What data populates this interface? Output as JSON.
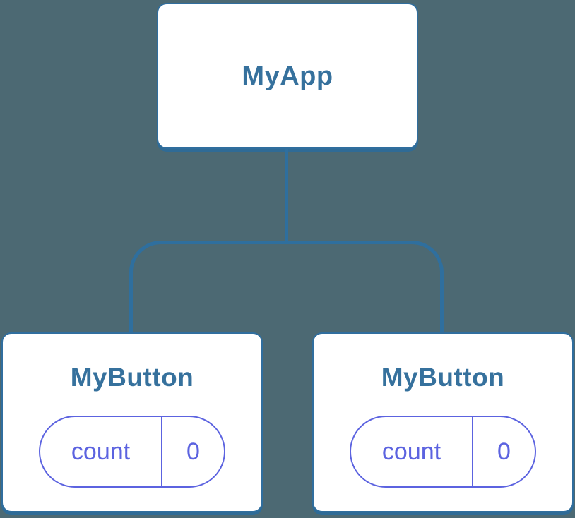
{
  "colors": {
    "background": "#4c6973",
    "card_fill": "#ffffff",
    "card_border": "#306e9e",
    "card_shadow": "#2f6b96",
    "label": "#36719d",
    "connector": "#2f6f9e",
    "state": "#5c63e0"
  },
  "diagram": {
    "type": "component-tree",
    "root": {
      "label": "MyApp"
    },
    "children": [
      {
        "label": "MyButton",
        "state": {
          "name": "count",
          "value": "0"
        }
      },
      {
        "label": "MyButton",
        "state": {
          "name": "count",
          "value": "0"
        }
      }
    ]
  }
}
